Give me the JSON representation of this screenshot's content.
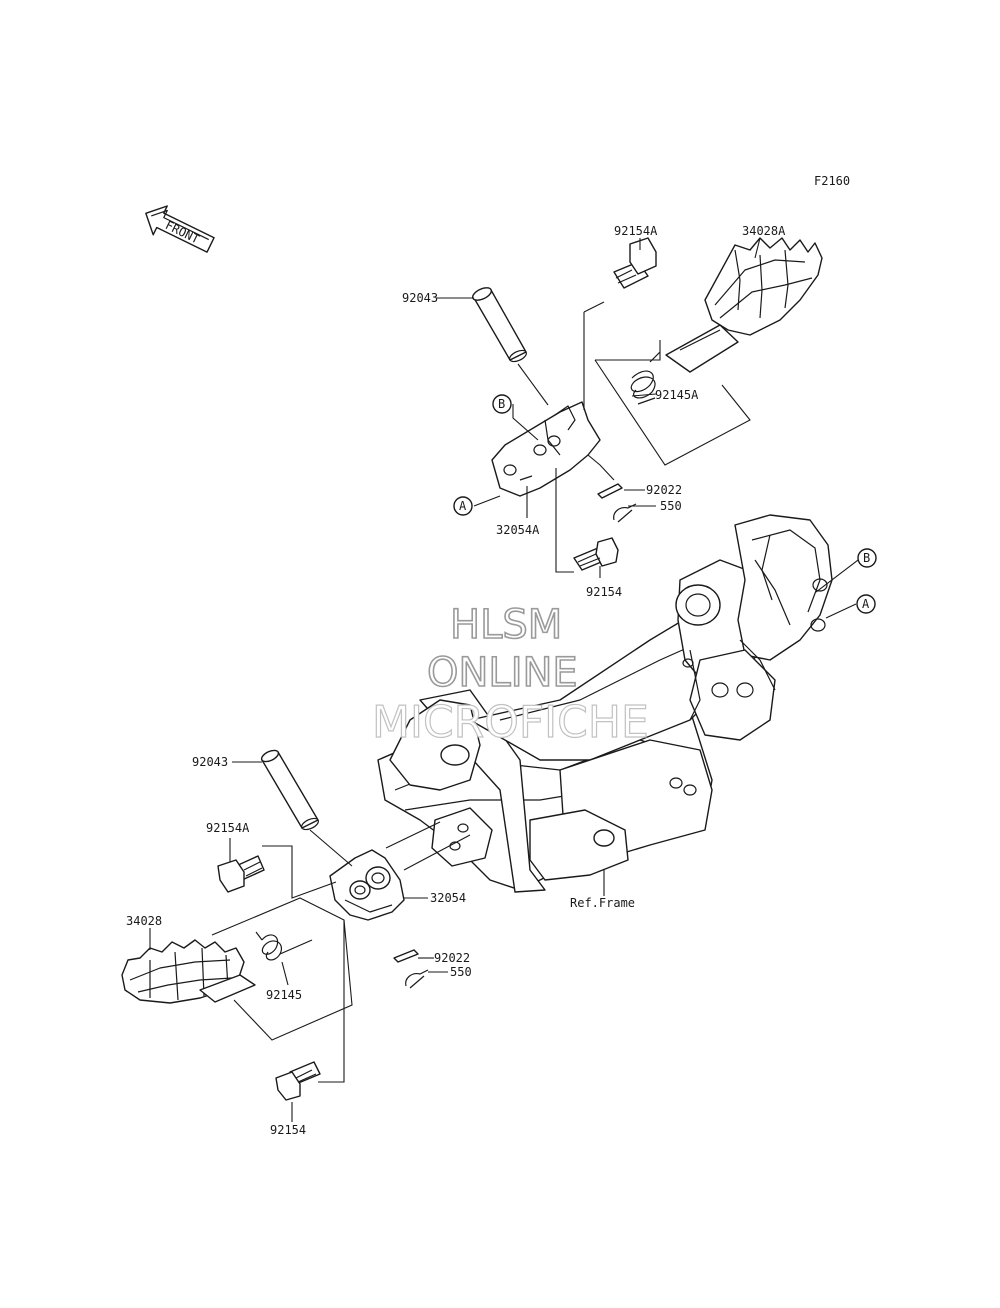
{
  "figure_code": "F2160",
  "front_arrow_text": "FRONT",
  "ref_markers": {
    "a": "A",
    "b": "B"
  },
  "labels": {
    "pin_upper": "92043",
    "bolt_a_upper": "92154A",
    "footpeg_upper": "34028A",
    "spring_upper": "92145A",
    "washer_upper": "92022",
    "cotter_upper": "550",
    "bracket_upper": "32054A",
    "bolt_upper": "92154",
    "pin_lower": "92043",
    "bolt_a_lower": "92154A",
    "bracket_lower": "32054",
    "footpeg_lower": "34028",
    "washer_lower": "92022",
    "cotter_lower": "550",
    "spring_lower": "92145",
    "bolt_lower": "92154",
    "ref_frame": "Ref.Frame"
  },
  "watermark": {
    "line1": "HLSM",
    "line2": "ONLINE",
    "line3": "MICROFICHE"
  },
  "colors": {
    "ink": "#1a1a1a",
    "watermark": "#9a9a9a",
    "background": "#ffffff"
  }
}
